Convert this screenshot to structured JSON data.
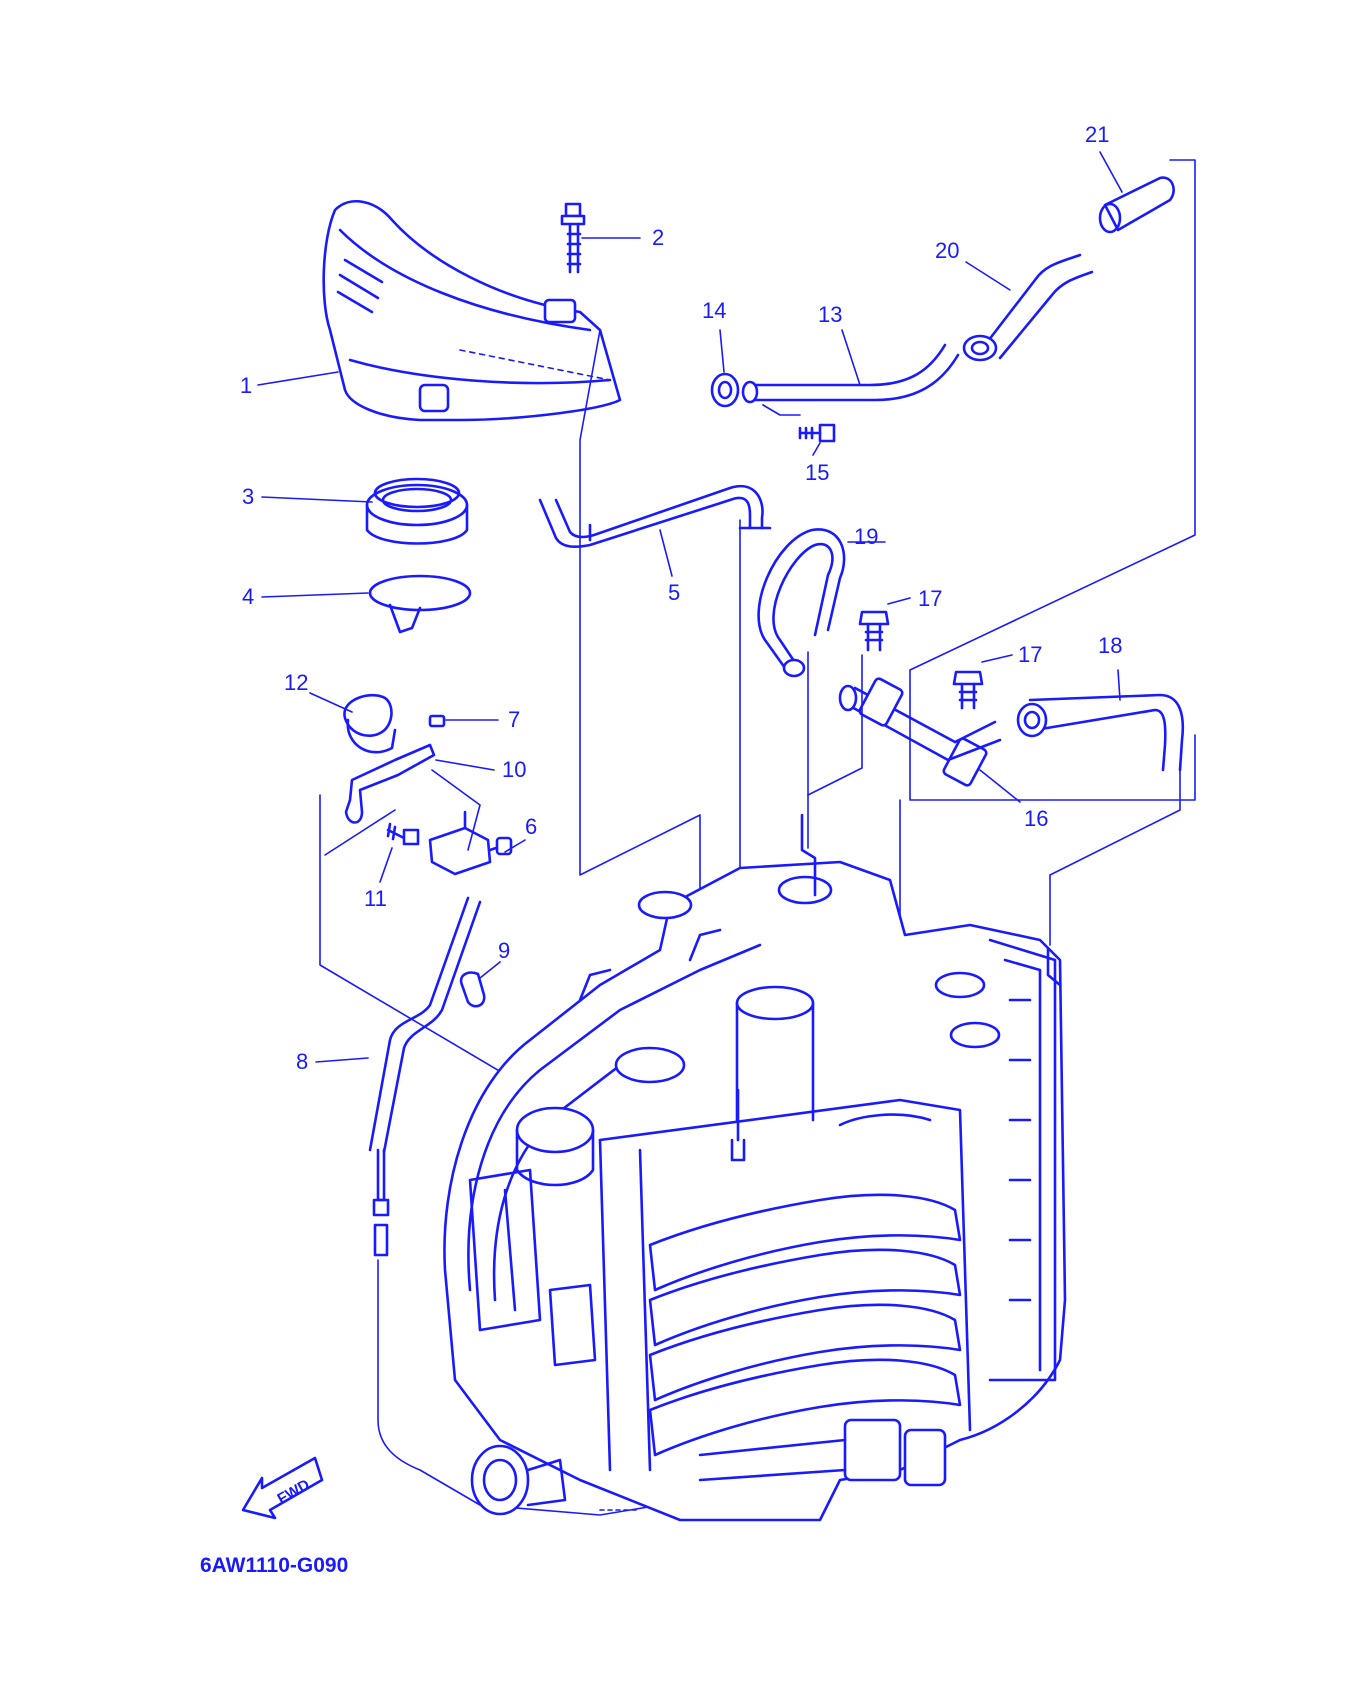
{
  "diagram": {
    "part_labels": [
      "1",
      "2",
      "3",
      "4",
      "5",
      "6",
      "7",
      "8",
      "9",
      "10",
      "11",
      "12",
      "13",
      "14",
      "15",
      "16",
      "17",
      "17",
      "18",
      "19",
      "20",
      "21"
    ],
    "direction_label": "FWD",
    "drawing_code": "6AW1110-G090",
    "line_color": "#1a1aff",
    "background": "#ffffff"
  }
}
